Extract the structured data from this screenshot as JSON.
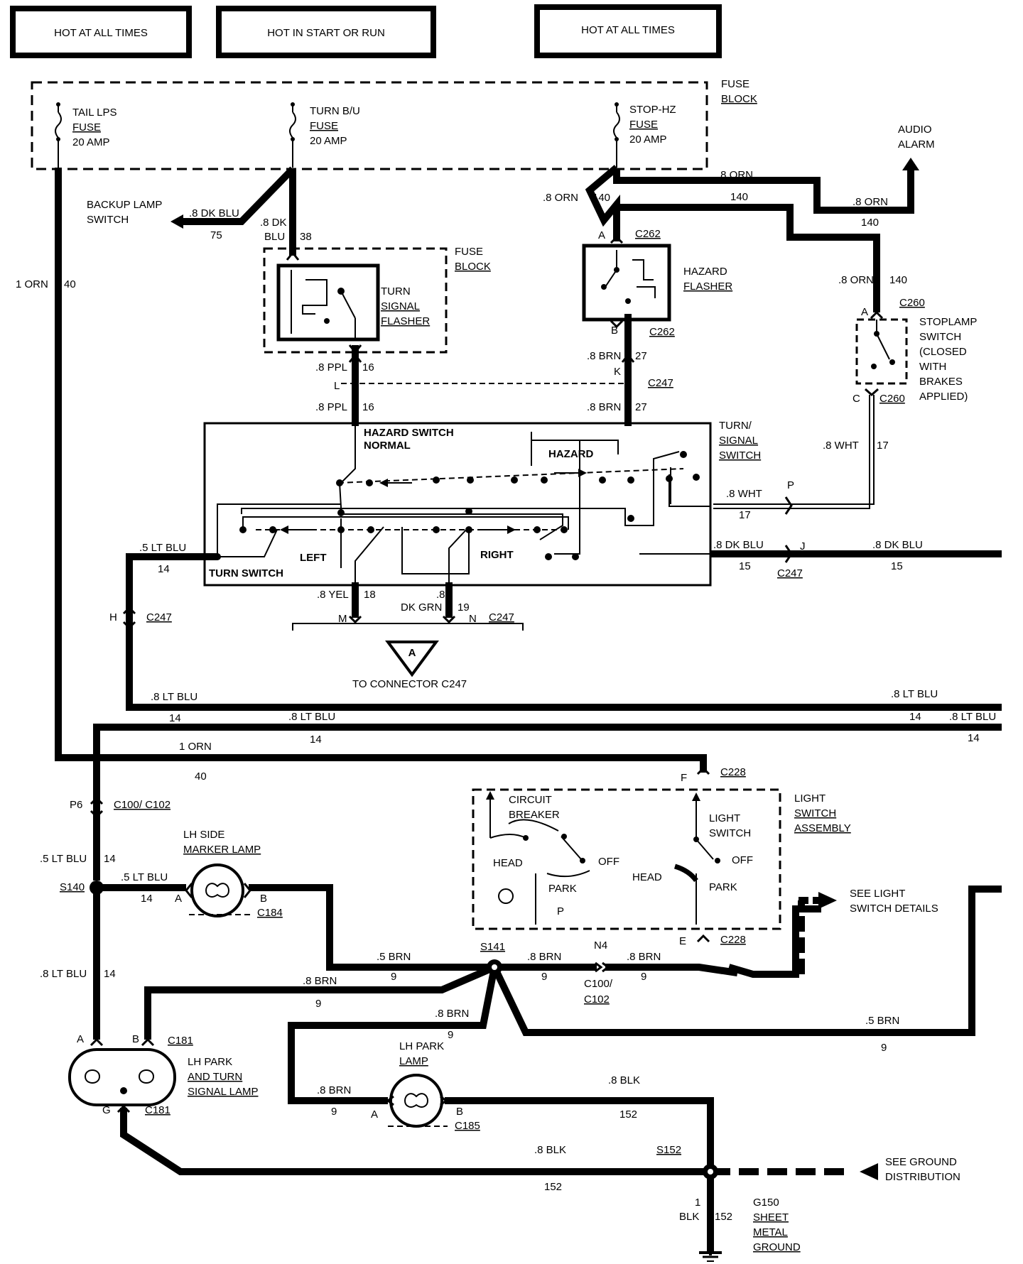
{
  "headers": {
    "hot_at_all_times_1": "HOT AT ALL TIMES",
    "hot_in_start_or_run": "HOT IN START OR RUN",
    "hot_at_all_times_2": "HOT AT ALL TIMES"
  },
  "fuse_block_top": {
    "title_1": "FUSE",
    "title_2": "BLOCK",
    "tail_lps": [
      "TAIL LPS",
      "FUSE",
      "20 AMP"
    ],
    "turn_bu": [
      "TURN B/U",
      "FUSE",
      "20 AMP"
    ],
    "stop_hz": [
      "STOP-HZ",
      "FUSE",
      "20 AMP"
    ]
  },
  "audio_alarm": [
    "AUDIO",
    "ALARM"
  ],
  "backup_lamp": [
    "BACKUP LAMP",
    "SWITCH"
  ],
  "turn_flasher": {
    "block": [
      "FUSE",
      "BLOCK"
    ],
    "name": [
      "TURN",
      "SIGNAL",
      "FLASHER"
    ]
  },
  "hazard_flasher": [
    "HAZARD",
    "FLASHER"
  ],
  "stoplamp": [
    "STOPLAMP",
    "SWITCH",
    "(CLOSED",
    "WITH",
    "BRAKES",
    "APPLIED)"
  ],
  "turn_signal_switch": {
    "name": [
      "TURN/",
      "SIGNAL",
      "SWITCH"
    ],
    "hazard_switch": "HAZARD SWITCH",
    "normal": "NORMAL",
    "hazard": "HAZARD",
    "left": "LEFT",
    "right": "RIGHT",
    "turn_switch": "TURN SWITCH"
  },
  "to_connector": "TO CONNECTOR C247",
  "triangle": "A",
  "light_switch": {
    "assembly": [
      "LIGHT",
      "SWITCH",
      "ASSEMBLY"
    ],
    "circuit_breaker": [
      "CIRCUIT",
      "BREAKER"
    ],
    "light_switch": [
      "LIGHT",
      "SWITCH"
    ],
    "head_1": "HEAD",
    "off_1": "OFF",
    "park_1": "PARK",
    "head_2": "HEAD",
    "off_2": "OFF",
    "park_2": "PARK",
    "p": "P",
    "see_details": [
      "SEE LIGHT",
      "SWITCH DETAILS"
    ]
  },
  "lamps": {
    "side_marker": [
      "LH SIDE",
      "MARKER LAMP"
    ],
    "park_turn": [
      "LH PARK",
      "AND TURN",
      "SIGNAL LAMP"
    ],
    "park": [
      "LH PARK",
      "LAMP"
    ]
  },
  "ground": {
    "see_ground": [
      "SEE GROUND",
      "DISTRIBUTION"
    ],
    "g150": [
      "G150",
      "SHEET",
      "METAL",
      "GROUND"
    ]
  },
  "wire_labels": {
    "w_8dkblu_75": ".8 DK BLU",
    "n_75": "75",
    "w_8dk_38a": ".8 DK",
    "w_blu_38": "BLU",
    "n_38": "38",
    "w_1orn_40": "1 ORN",
    "n_40a": "40",
    "w_8orn_140a": ".8 ORN",
    "n_140a": "140",
    "w_8orn_140b": ".8 ORN",
    "n_140b": "140",
    "w_8orn_140c": ".8 ORN",
    "n_140c": "140",
    "w_8orn_140d": ".8 ORN",
    "n_140d": "140",
    "w_8ppl_a": ".8 PPL",
    "n_16a": "16",
    "w_8ppl_b": ".8 PPL",
    "n_16b": "16",
    "w_8brn_a": ".8 BRN",
    "n_27a": "27",
    "w_8brn_b": ".8 BRN",
    "n_27b": "27",
    "w_8wht_a": ".8 WHT",
    "n_17a": "17",
    "w_8wht_b": ".8 WHT",
    "n_17b": "17",
    "w_5ltblu_14a": ".5 LT BLU",
    "n_14a": "14",
    "w_8dkblu_15a": ".8 DK BLU",
    "n_15a": "15",
    "w_8dkblu_15b": ".8 DK BLU",
    "n_15b": "15",
    "w_8yel": ".8 YEL",
    "n_18": "18",
    "w_8dkgrn_1": ".8",
    "w_8dkgrn_2": "DK GRN",
    "n_19": "19",
    "w_8ltblu_a": ".8 LT BLU",
    "n_14b": "14",
    "w_8ltblu_b": ".8 LT BLU",
    "n_14c": "14",
    "w_8ltblu_c": ".8 LT BLU",
    "n_14d": "14",
    "w_8ltblu_d": ".8 LT BLU",
    "n_14e": "14",
    "w_1orn_b": "1 ORN",
    "n_40b": "40",
    "w_5ltblu_s140": ".5 LT BLU",
    "n_14f": "14",
    "w_5ltblu_mk": ".5 LT BLU",
    "n_14g": "14",
    "w_8ltblu_down": ".8 LT BLU",
    "n_14h": "14",
    "w_5brn_a": ".5 BRN",
    "n_9a": "9",
    "w_8brn_c": ".8 BRN",
    "n_9b": "9",
    "w_8brn_d": ".8 BRN",
    "n_9c": "9",
    "w_8brn_e": ".8 BRN",
    "n_9d": "9",
    "w_8brn_f": ".8 BRN",
    "n_9e": "9",
    "w_5brn_b": ".5 BRN",
    "n_9f": "9",
    "w_8brn_g": ".8 BRN",
    "n_9g": "9",
    "w_8blk_a": ".8 BLK",
    "n_152a": "152",
    "w_8blk_b": ".8 BLK",
    "n_152b": "152",
    "w_1blk_1": "1",
    "w_1blk_2": "BLK",
    "n_152c": "152"
  },
  "connectors": {
    "c262a": "C262",
    "c262b": "C262",
    "c247a": "C247",
    "c247b": "C247",
    "c247c": "C247",
    "c247d": "C247",
    "c260a": "C260",
    "c260b": "C260",
    "c228a": "C228",
    "c228b": "C228",
    "c100a": "C100/ C102",
    "c100b_1": "C100/",
    "c100b_2": "C102",
    "c184": "C184",
    "c185": "C185",
    "c181a": "C181",
    "c181b": "C181",
    "s140": "S140",
    "s141": "S141",
    "s152": "S152"
  },
  "pins": {
    "A_c262": "A",
    "B_c262": "B",
    "K": "K",
    "L": "L",
    "A_c260": "A",
    "C_c260": "C",
    "P": "P",
    "J": "J",
    "H": "H",
    "M": "M",
    "N": "N",
    "F": "F",
    "E": "E",
    "P6": "P6",
    "N4": "N4",
    "A_c184": "A",
    "B_c184": "B",
    "A_c181": "A",
    "B_c181": "B",
    "G_c181": "G",
    "A_c185": "A",
    "B_c185": "B"
  }
}
